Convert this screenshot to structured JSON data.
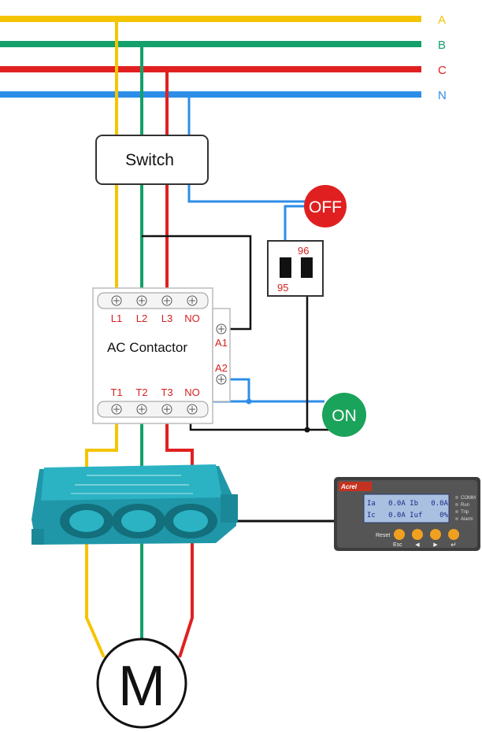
{
  "phases": [
    {
      "label": "A",
      "color": "#f5c400"
    },
    {
      "label": "B",
      "color": "#14a06b"
    },
    {
      "label": "C",
      "color": "#e02020"
    },
    {
      "label": "N",
      "color": "#2d8ee8"
    }
  ],
  "switch_box": {
    "label": "Switch"
  },
  "off_button": {
    "label": "OFF",
    "color": "#e02020"
  },
  "on_button": {
    "label": "ON",
    "color": "#1aa35a"
  },
  "relay": {
    "label_96": "96",
    "label_95": "95"
  },
  "contactor": {
    "title": "AC Contactor",
    "top_terminals": [
      "L1",
      "L2",
      "L3",
      "NO"
    ],
    "bottom_terminals": [
      "T1",
      "T2",
      "T3",
      "NO"
    ],
    "coil_terminals": [
      "A1",
      "A2"
    ]
  },
  "motor": {
    "label": "M"
  },
  "protector": {
    "brand": "Acrel",
    "lcd_row1": "Ia   0.0A Ib   0.0A",
    "lcd_row2": "Ic   0.0A Iuf    0%",
    "indicators": [
      "COMM",
      "Run",
      "Trip",
      "Alarm"
    ],
    "reset_label": "Reset",
    "esc_label": "Esc",
    "left_arrow": "◀",
    "right_arrow": "▶",
    "enter_arrow": "↵"
  },
  "colors": {
    "yellow": "#f5c400",
    "green": "#14a06b",
    "red": "#e02020",
    "blue": "#2d8ee8",
    "black": "#111111",
    "ct_body": "#26a8b8"
  }
}
